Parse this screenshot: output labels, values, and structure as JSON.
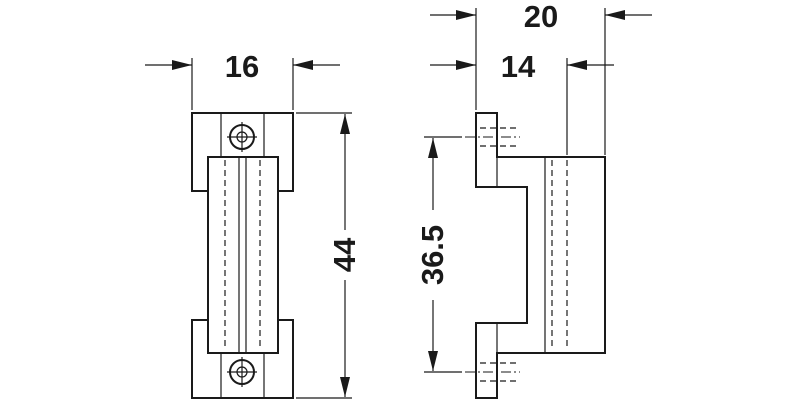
{
  "drawing": {
    "front_view": {
      "width_label": "16",
      "height_label": "44"
    },
    "side_view": {
      "overall_width_label": "20",
      "inner_width_label": "14",
      "hole_spacing_label": "36.5"
    },
    "colors": {
      "line": "#1a1a1a",
      "background": "#ffffff"
    }
  }
}
